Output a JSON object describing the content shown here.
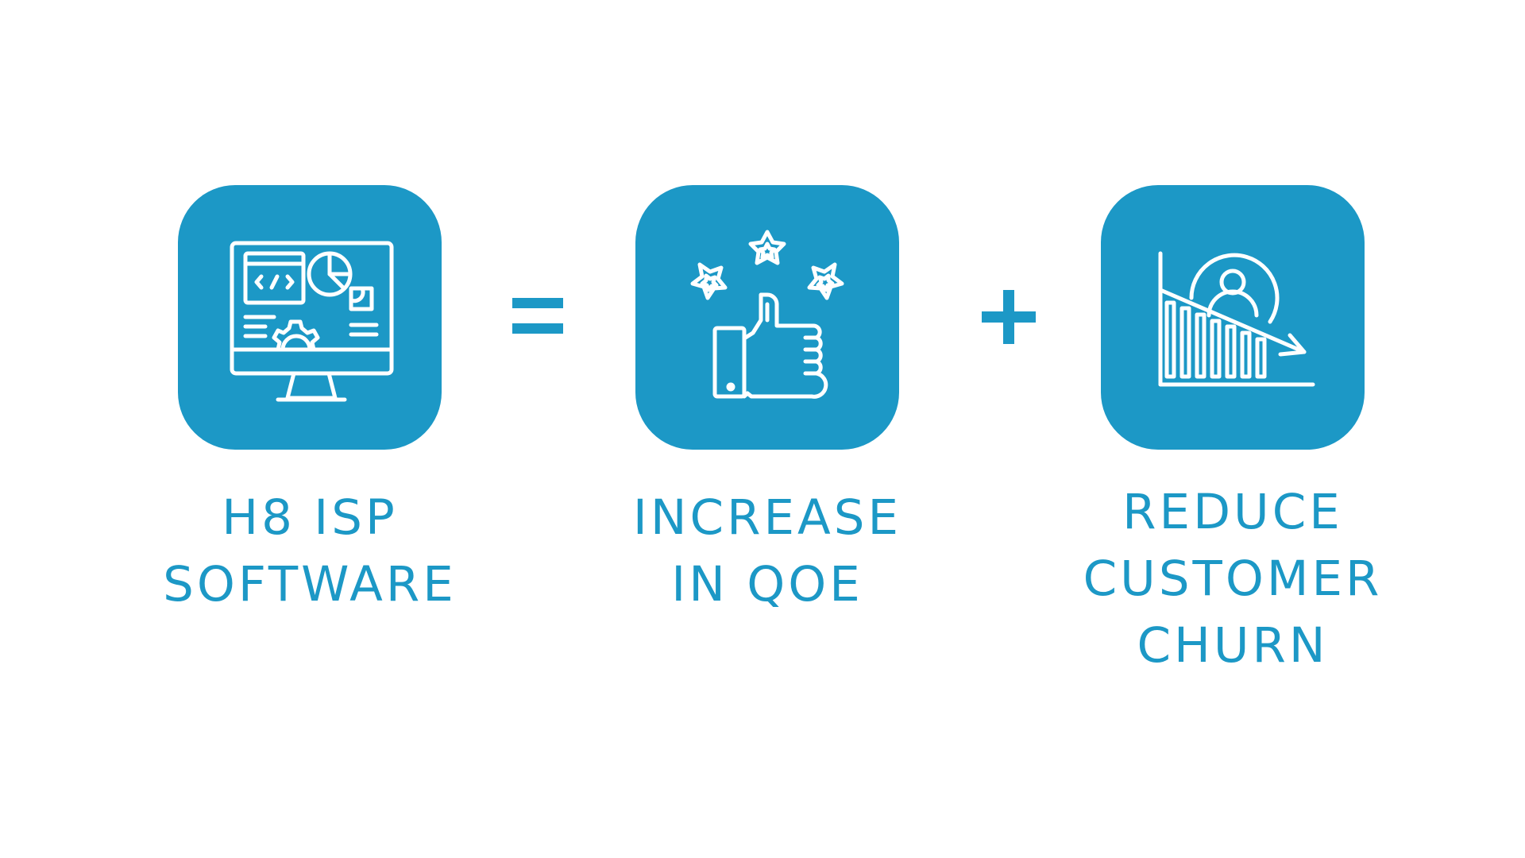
{
  "colors": {
    "accent": "#1c98c6",
    "background": "#ffffff",
    "icon_stroke": "#ffffff"
  },
  "steps": [
    {
      "icon": "computer-dashboard-icon",
      "label_lines": [
        "H8 ISP",
        "SOFTWARE"
      ]
    },
    {
      "icon": "thumbs-up-stars-icon",
      "label_lines": [
        "INCREASE",
        "IN QOE"
      ]
    },
    {
      "icon": "customer-churn-decline-icon",
      "label_lines": [
        "REDUCE",
        "CUSTOMER",
        "CHURN"
      ]
    }
  ],
  "operators": [
    "equals",
    "plus"
  ]
}
